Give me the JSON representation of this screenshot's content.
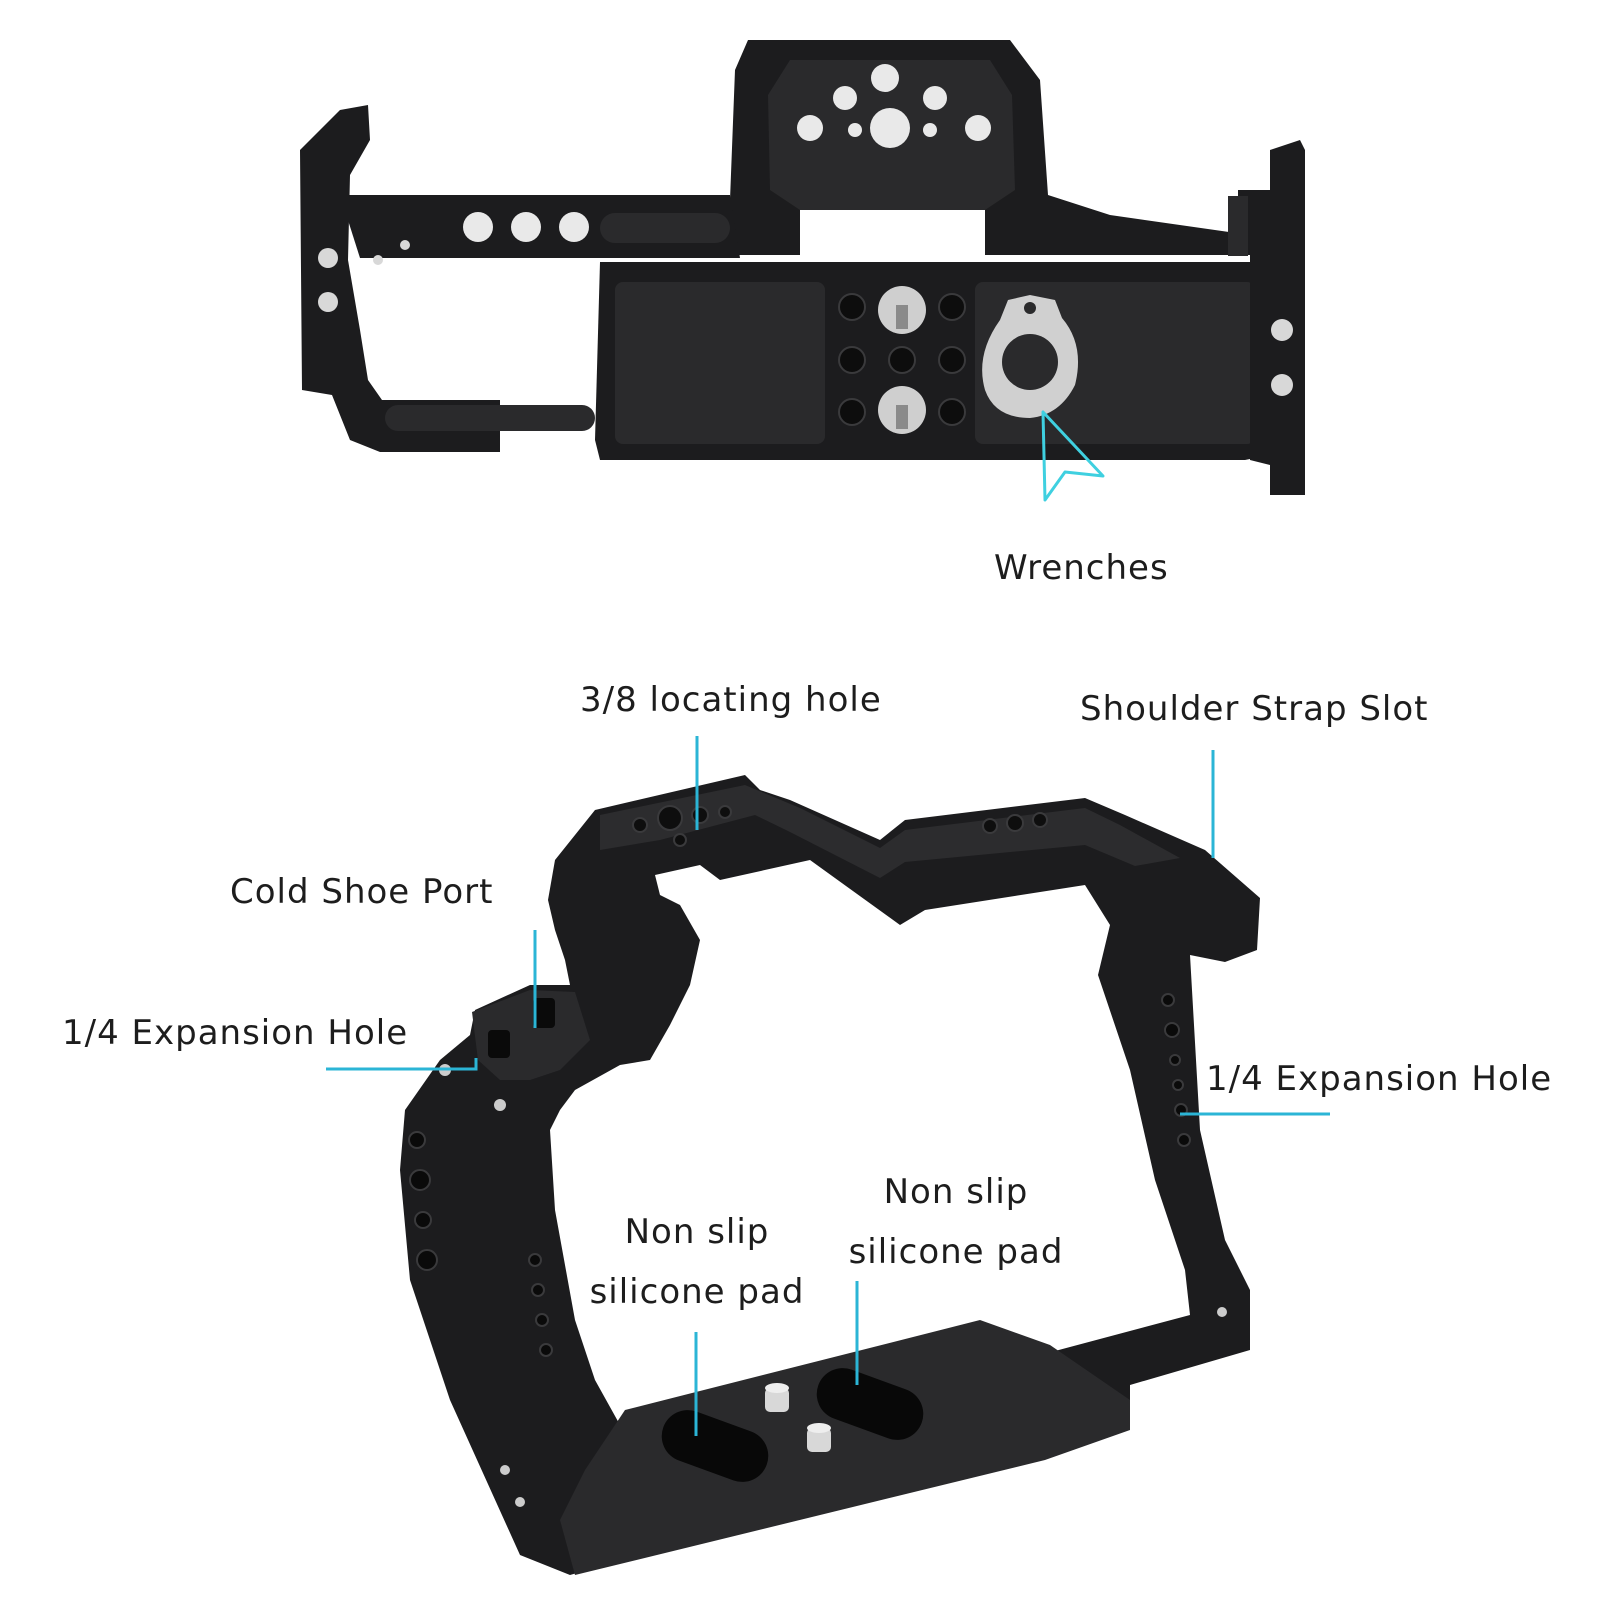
{
  "colors": {
    "background": "#ffffff",
    "metal": "#1c1c1e",
    "metal_face": "#2a2a2c",
    "hole": "#0a0a0a",
    "screw": "#d4d4d4",
    "callout_line": "#2bb5d6",
    "arrow": "#3fd0e0",
    "label": "#1d1d1d"
  },
  "top_view": {
    "callout_arrow_icon": "cursor-arrow-icon",
    "label_wrenches": "Wrenches"
  },
  "bottom_view": {
    "label_locating_hole": "3/8 locating hole",
    "label_shoulder_strap": "Shoulder Strap Slot",
    "label_cold_shoe": "Cold Shoe Port",
    "label_expansion_left": "1/4 Expansion Hole",
    "label_expansion_right": "1/4 Expansion Hole",
    "label_pad_left_line1": "Non slip",
    "label_pad_left_line2": "silicone pad",
    "label_pad_right_line1": "Non slip",
    "label_pad_right_line2": "silicone pad"
  }
}
